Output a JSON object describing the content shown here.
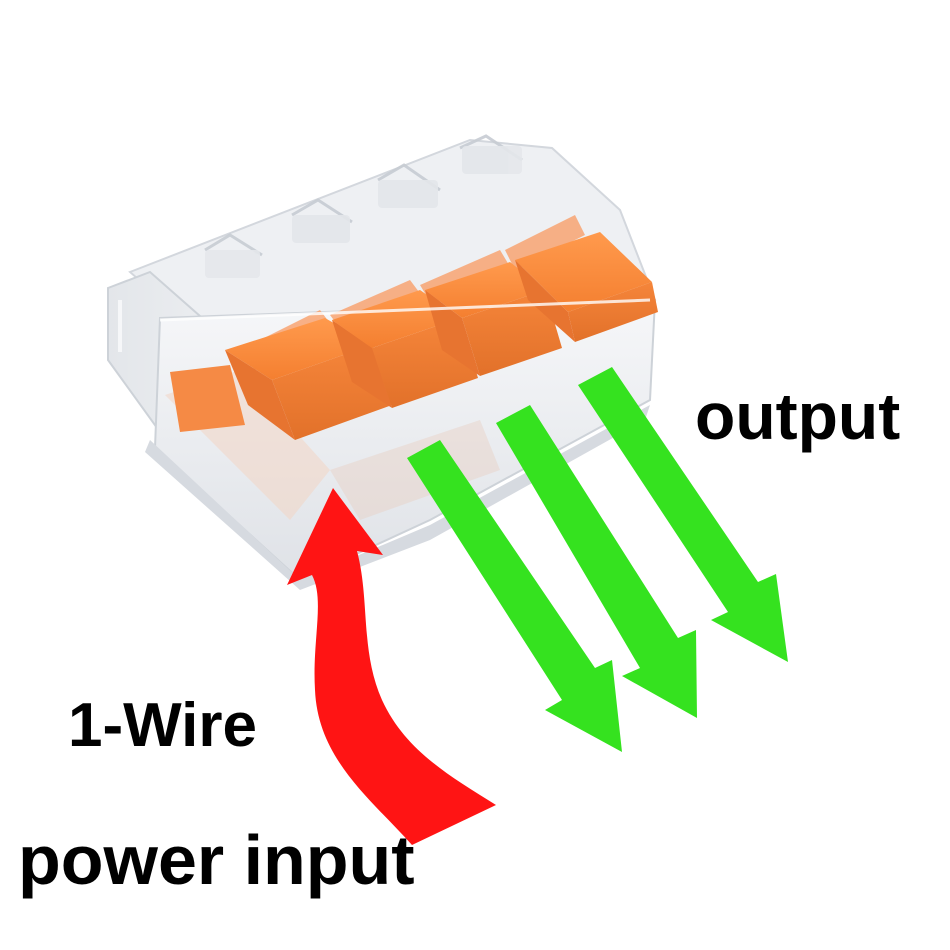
{
  "labels": {
    "output": "output",
    "one_wire": "1-Wire",
    "power_input": "power input"
  },
  "colors": {
    "background": "#ffffff",
    "housing": "#eceef2",
    "lever": "#f98a3c",
    "input_arrow": "#ff1414",
    "output_arrow": "#35e21f",
    "text": "#000000"
  },
  "icons": {
    "connector": "four-lever-wire-connector",
    "input_arrow": "red-curved-arrow-up",
    "output_arrows": "green-arrow-down-right"
  },
  "output_arrow_count": 3,
  "lever_count": 4
}
